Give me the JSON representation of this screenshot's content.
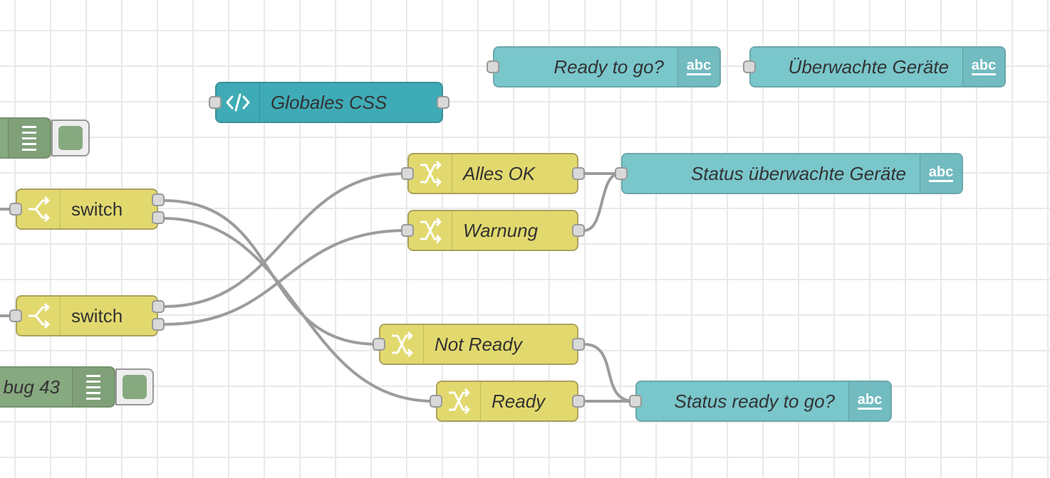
{
  "nodes": {
    "ready_to_go_text": {
      "label": "Ready to go?",
      "icon": "abc-text-icon",
      "icon_label": "abc"
    },
    "ueberwachte_geraete_text": {
      "label": "Überwachte Geräte",
      "icon": "abc-text-icon",
      "icon_label": "abc"
    },
    "globales_css": {
      "label": "Globales CSS",
      "icon": "code-icon"
    },
    "alles_ok": {
      "label": "Alles OK",
      "icon": "change-icon"
    },
    "warnung": {
      "label": "Warnung",
      "icon": "change-icon"
    },
    "status_ueberwachte_geraete": {
      "label": "Status überwachte Geräte",
      "icon": "abc-text-icon",
      "icon_label": "abc"
    },
    "switch_1": {
      "label": "switch",
      "icon": "switch-icon"
    },
    "switch_2": {
      "label": "switch",
      "icon": "switch-icon"
    },
    "not_ready": {
      "label": "Not Ready",
      "icon": "change-icon"
    },
    "ready": {
      "label": "Ready",
      "icon": "change-icon"
    },
    "status_ready_to_go": {
      "label": "Status ready to go?",
      "icon": "abc-text-icon",
      "icon_label": "abc"
    },
    "debug_top": {
      "label": "",
      "icon": "list-icon"
    },
    "debug_43": {
      "label": "bug 43",
      "icon": "list-icon"
    }
  },
  "colors": {
    "function_node": "#e2d96e",
    "text_node": "#79c6cb",
    "template_node": "#3fabb6",
    "debug_node": "#87a980",
    "wire": "#9c9c9c",
    "grid": "#e9e9e9"
  }
}
